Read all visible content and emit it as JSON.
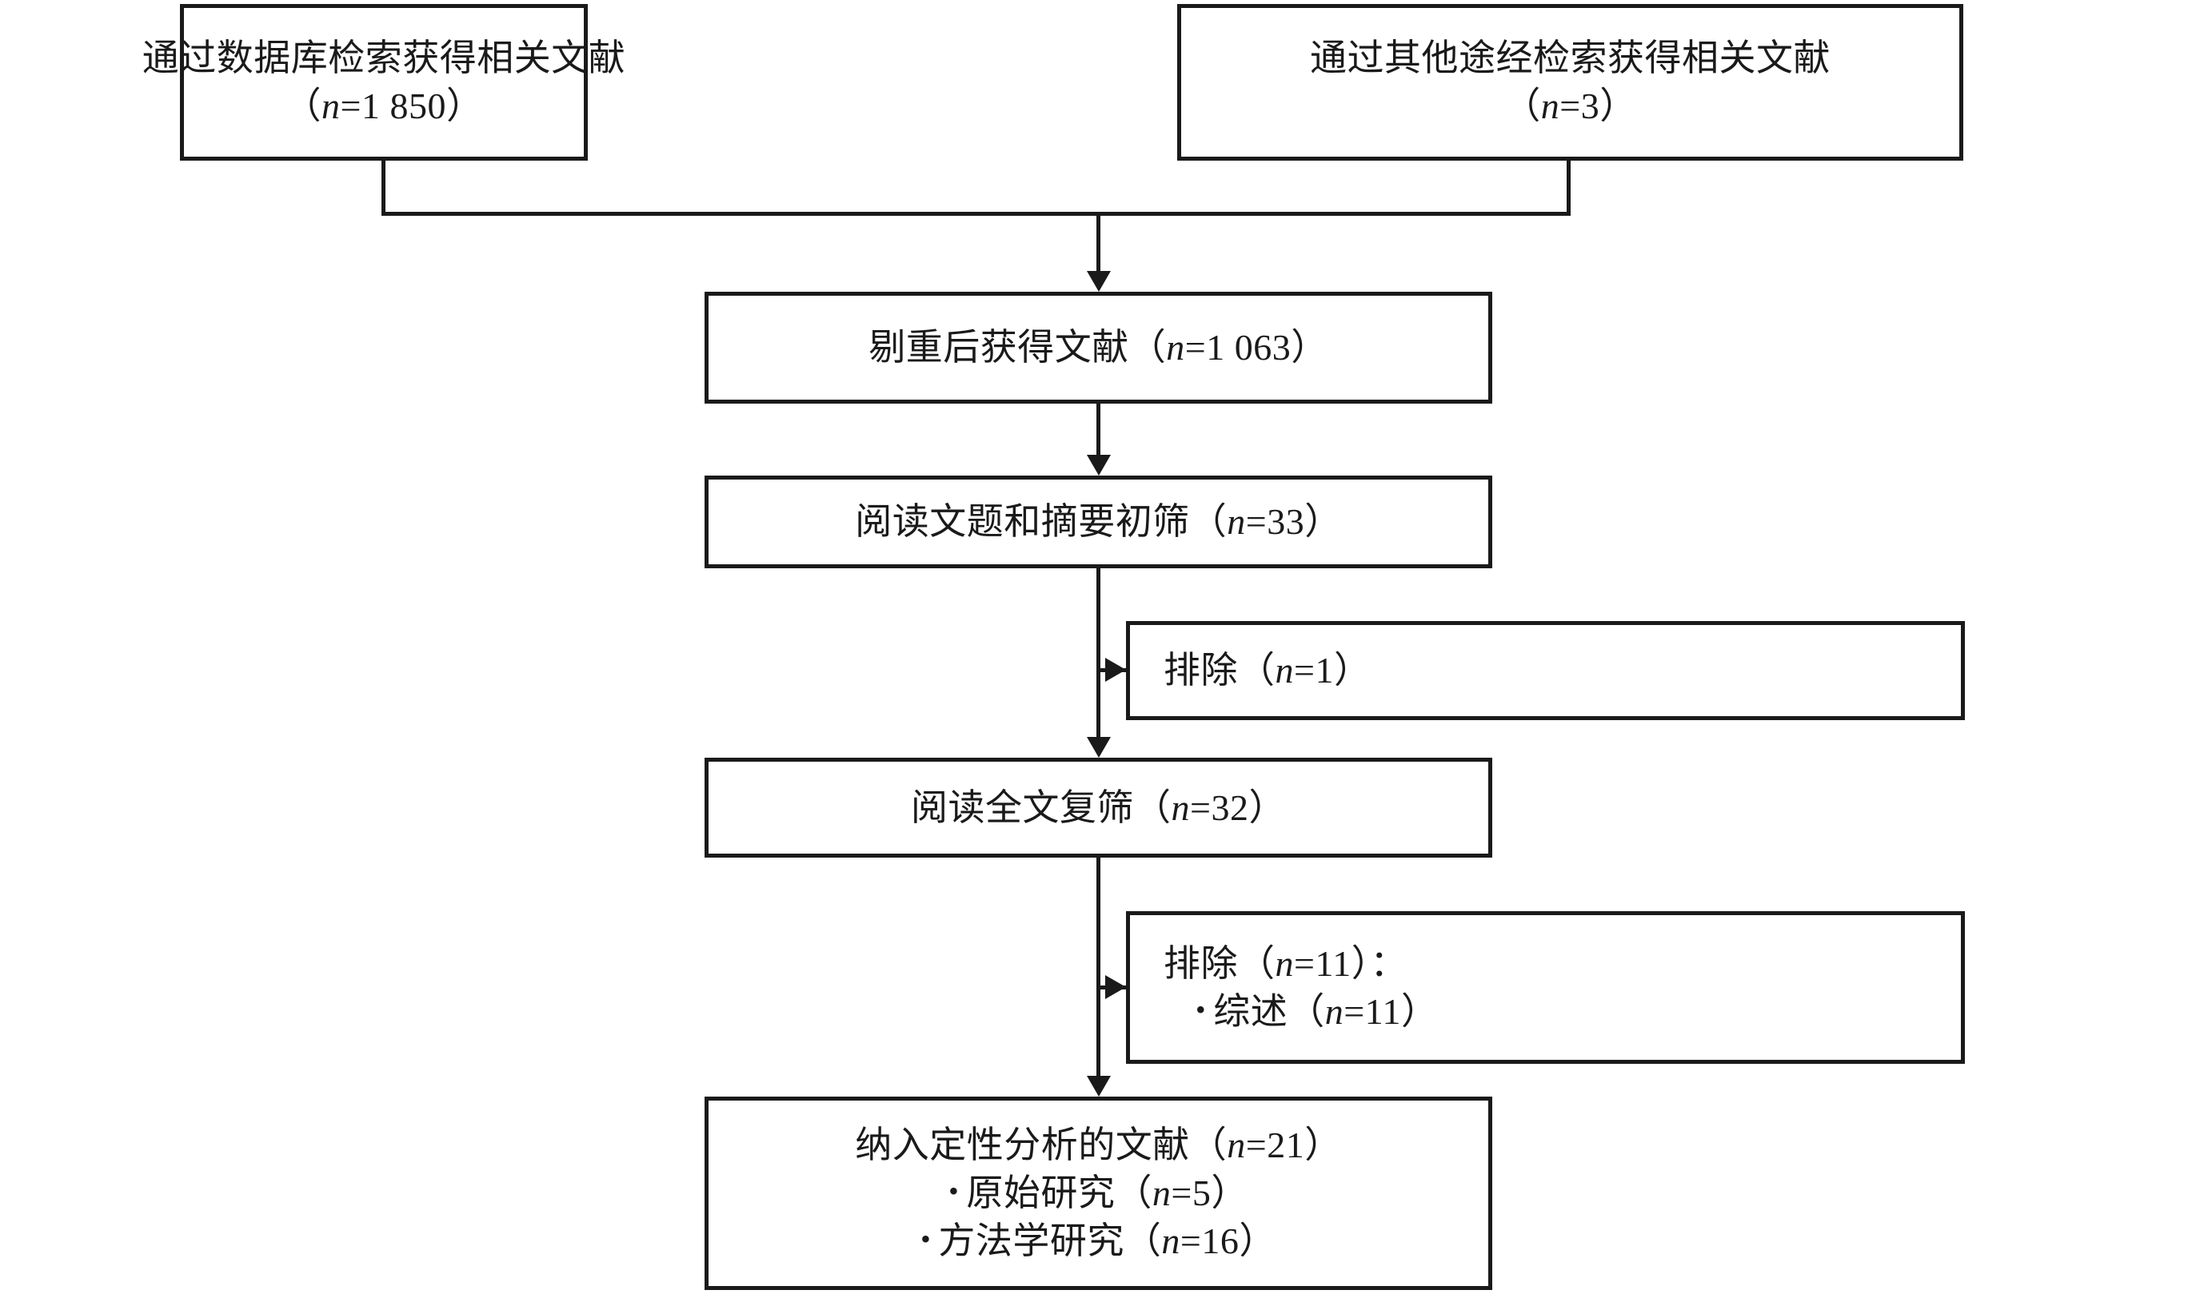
{
  "diagram": {
    "title": "文献筛选流程图",
    "type": "prisma-flowchart",
    "ink_color": "#1a1a1a",
    "background_color": "#ffffff"
  },
  "boxes": {
    "database_search": {
      "name": "通过数据库检索获得相关文献",
      "line1": "通过数据库检索获得相关文献",
      "count_prefix": "（",
      "count_n": "n",
      "count_eq": "=1 850",
      "count_suffix": "）",
      "line2": "（n=1 850）",
      "n": 1850
    },
    "other_search": {
      "name": "通过其他途经检索获得相关文献",
      "line1": "通过其他途经检索获得相关文献",
      "count_prefix": "（",
      "count_n": "n",
      "count_eq": "=3",
      "count_suffix": "）",
      "line2": "（n=3）",
      "n": 3
    },
    "deduplicated": {
      "text_before": "剔重后获得文献（",
      "ital_n": "n",
      "text_after": "=1 063）",
      "full": "剔重后获得文献（n=1 063）",
      "n": 1063
    },
    "screening_title_abstract": {
      "text_before": "阅读文题和摘要初筛（",
      "ital_n": "n",
      "text_after": "=33）",
      "full": "阅读文题和摘要初筛（n=33）",
      "n": 33
    },
    "excluded_first": {
      "text_before": "排除（",
      "ital_n": "n",
      "text_after": "=1）",
      "full": "排除（n=1）",
      "n": 1
    },
    "screening_fulltext": {
      "text_before": "阅读全文复筛（",
      "ital_n": "n",
      "text_after": "=32）",
      "full": "阅读全文复筛（n=32）",
      "n": 32
    },
    "excluded_second": {
      "header_before": "排除（",
      "header_ital_n": "n",
      "header_after": "=11）：",
      "header_full": "排除（n=11）：",
      "n": 11,
      "items": [
        {
          "bullet": "•",
          "text_before": "综述（",
          "ital_n": "n",
          "text_after": "=11）",
          "full": "综述（n=11）",
          "n": 11
        }
      ]
    },
    "included_qualitative": {
      "header_before": "纳入定性分析的文献（",
      "header_ital_n": "n",
      "header_after": "=21）",
      "header_full": "纳入定性分析的文献（n=21）",
      "n": 21,
      "items": [
        {
          "bullet": "•",
          "text_before": "原始研究（",
          "ital_n": "n",
          "text_after": "=5）",
          "full": "原始研究（n=5）",
          "n": 5
        },
        {
          "bullet": "•",
          "text_before": "方法学研究（",
          "ital_n": "n",
          "text_after": "=16）",
          "full": "方法学研究（n=16）",
          "n": 16
        }
      ]
    }
  },
  "flow": {
    "edges": [
      {
        "from": "database_search",
        "to": "deduplicated",
        "style": "merge-arrow"
      },
      {
        "from": "other_search",
        "to": "deduplicated",
        "style": "merge-arrow"
      },
      {
        "from": "deduplicated",
        "to": "screening_title_abstract",
        "style": "arrow-down"
      },
      {
        "from": "screening_title_abstract",
        "to": "excluded_first",
        "style": "arrow-right"
      },
      {
        "from": "screening_title_abstract",
        "to": "screening_fulltext",
        "style": "arrow-down"
      },
      {
        "from": "screening_fulltext",
        "to": "excluded_second",
        "style": "arrow-right"
      },
      {
        "from": "screening_fulltext",
        "to": "included_qualitative",
        "style": "arrow-down"
      }
    ]
  }
}
